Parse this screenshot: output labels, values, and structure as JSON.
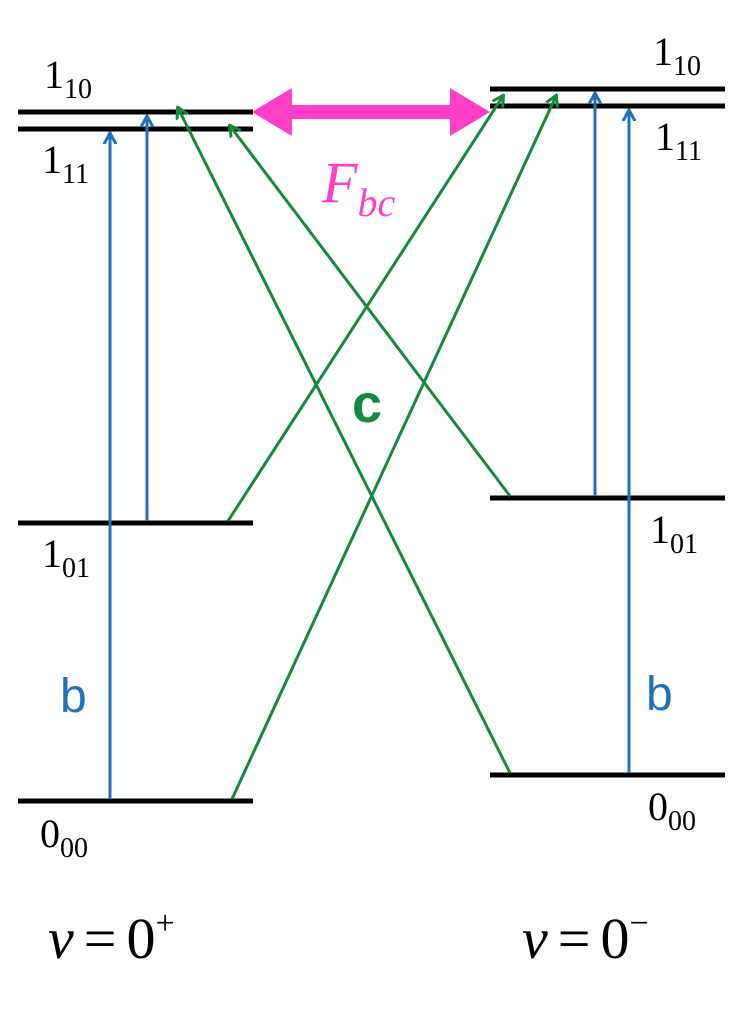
{
  "colors": {
    "level": "#000000",
    "b_transition": "#1f72b8",
    "c_transition": "#158a3c",
    "coupling": "#ff3fc8"
  },
  "left_stack": {
    "state": "v = 0+",
    "v_symbol": "v",
    "v_value": "0",
    "v_sign": "+",
    "levels": {
      "top_upper": {
        "main": "1",
        "sub": "10"
      },
      "top_lower": {
        "main": "1",
        "sub": "11"
      },
      "middle": {
        "main": "1",
        "sub": "01"
      },
      "ground": {
        "main": "0",
        "sub": "00"
      }
    }
  },
  "right_stack": {
    "state": "v = 0−",
    "v_symbol": "v",
    "v_value": "0",
    "v_sign": "−",
    "levels": {
      "top_upper": {
        "main": "1",
        "sub": "10"
      },
      "top_lower": {
        "main": "1",
        "sub": "11"
      },
      "middle": {
        "main": "1",
        "sub": "01"
      },
      "ground": {
        "main": "0",
        "sub": "00"
      }
    }
  },
  "labels": {
    "b_type": "b",
    "c_type": "c",
    "coupling_main": "F",
    "coupling_sub": "bc"
  }
}
